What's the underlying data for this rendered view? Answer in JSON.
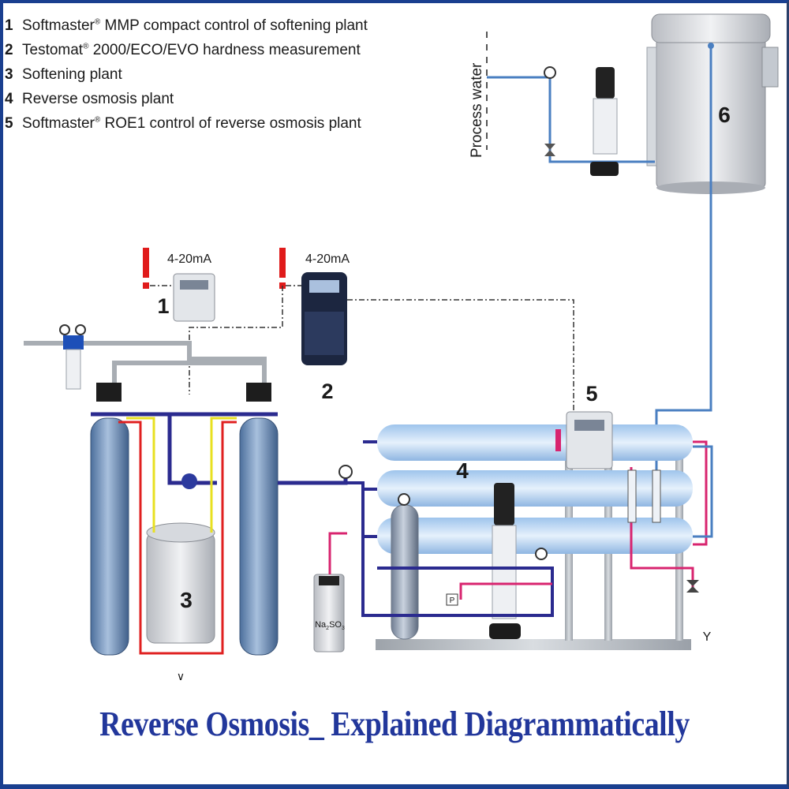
{
  "legend": [
    {
      "num": "1",
      "pre": "Softmaster",
      "sup": "®",
      "post": " MMP compact control of softening plant"
    },
    {
      "num": "2",
      "pre": "Testomat",
      "sup": "®",
      "post": " 2000/ECO/EVO hardness measurement"
    },
    {
      "num": "3",
      "pre": "Softening plant",
      "sup": "",
      "post": ""
    },
    {
      "num": "4",
      "pre": "Reverse osmosis plant",
      "sup": "",
      "post": ""
    },
    {
      "num": "5",
      "pre": "Softmaster",
      "sup": "®",
      "post": " ROE1 control of reverse osmosis plant"
    }
  ],
  "labels": {
    "process_water": "Process water",
    "signal_1": "4-20mA",
    "signal_2": "4-20mA",
    "n1": "1",
    "n2": "2",
    "n3": "3",
    "n4": "4",
    "n5": "5",
    "n6": "6",
    "p_mark": "P",
    "chem_main": "Na",
    "chem_sub1": "2",
    "chem_mid": "SO",
    "chem_sub2": "3"
  },
  "title": "Reverse Osmosis_ Explained Diagrammatically",
  "colors": {
    "title": "#22379b",
    "frame": "#1a3f8f",
    "feed_line": "#2b2b8f",
    "permeate_line": "#4a7fc1",
    "concentrate_line": "#d8246f",
    "brine_line": "#e02020",
    "soft_line": "#e8e020",
    "membrane": "#bcd6f2",
    "vessel_steel": "#9aa7b8",
    "alarm": "#e01b1b"
  },
  "icons": [
    "alarm-icon",
    "gauge-icon",
    "valve-icon",
    "pump-icon",
    "controller-icon",
    "flowmeter-icon",
    "drain-icon"
  ]
}
